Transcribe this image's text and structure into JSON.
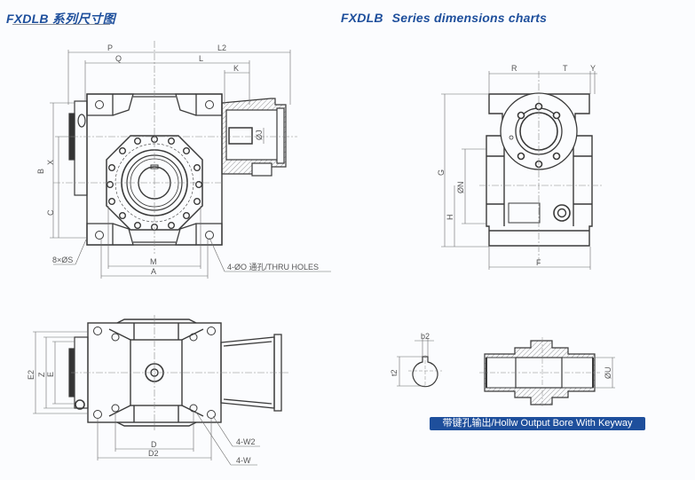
{
  "titles": {
    "cn_model": "FXDLB",
    "cn_text": "系列尺寸图",
    "en_model": "FXDLB",
    "en_text": "Series dimensions charts"
  },
  "colors": {
    "title_blue": "#1e4f9c",
    "line": "#3a3a3a",
    "dim": "#6b6b6b",
    "caption_bg": "#1e4f9c",
    "caption_text": "#ffffff"
  },
  "front_view": {
    "dims": {
      "P": "P",
      "Q": "Q",
      "L2": "L2",
      "L": "L",
      "K": "K",
      "B": "B",
      "X": "X",
      "C": "C",
      "M": "M",
      "A": "A",
      "J": "ØJ"
    },
    "callouts": {
      "bolt_holes": "8×ØS",
      "thru_holes": "4-ØO 通孔/THRU HOLES"
    }
  },
  "side_view": {
    "dims": {
      "R": "R",
      "T": "T",
      "Y": "Y",
      "G": "G",
      "N": "ØN",
      "H": "H",
      "F": "F"
    }
  },
  "top_view": {
    "dims": {
      "E2": "E2",
      "Z": "Z",
      "E": "E",
      "D": "D",
      "D2": "D2"
    },
    "callouts": {
      "w2": "4-W2",
      "w": "4-W"
    }
  },
  "bore_detail": {
    "dims": {
      "b2": "b2",
      "t2": "t2",
      "U": "ØU"
    },
    "caption": "带键孔输出/Hollw Output Bore With Keyway"
  }
}
